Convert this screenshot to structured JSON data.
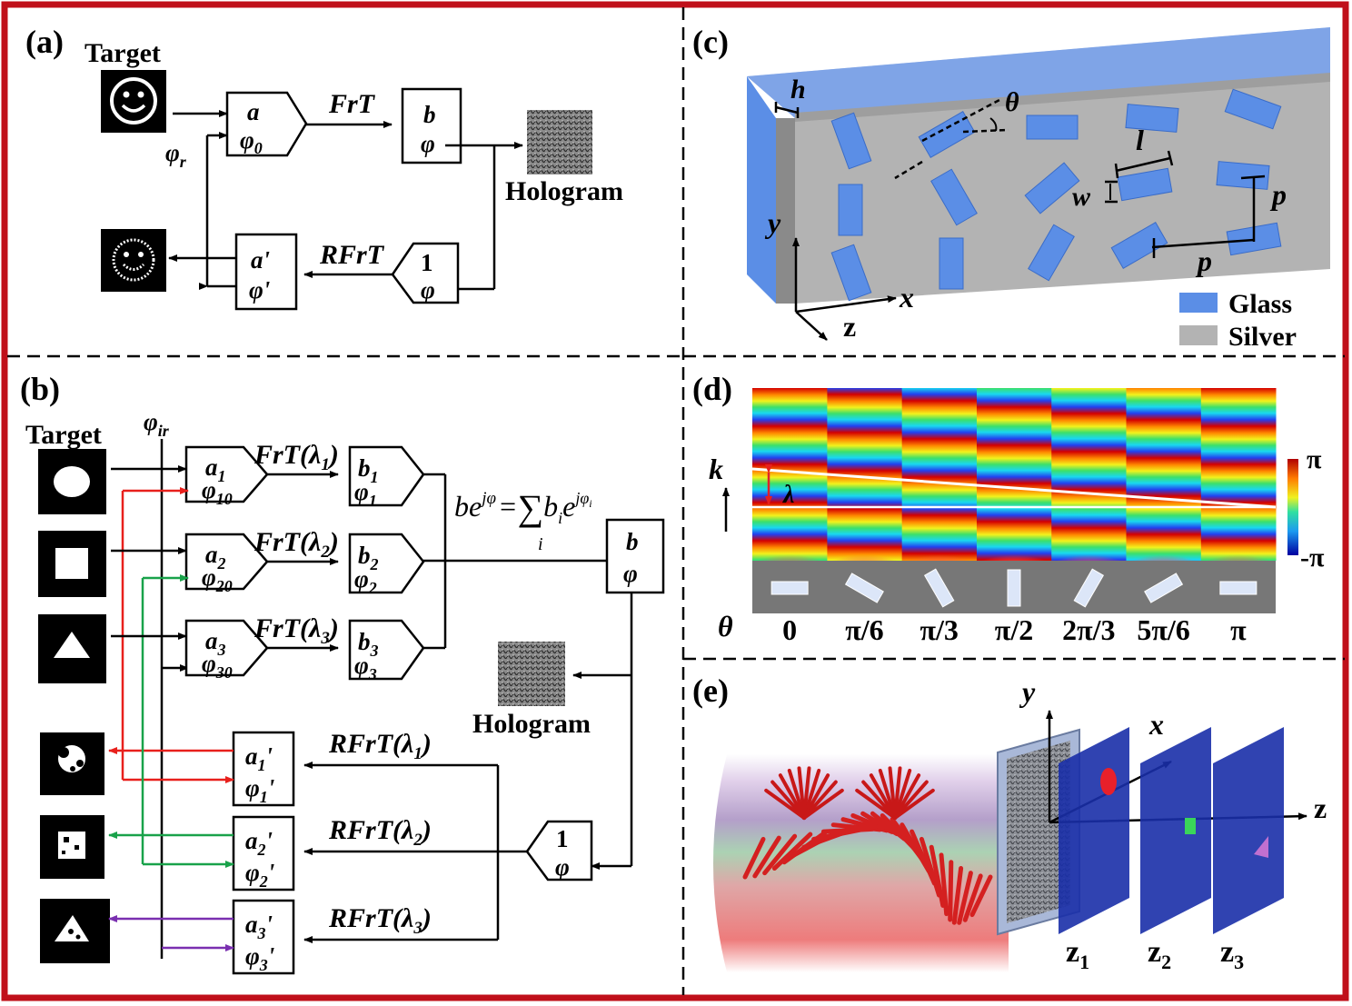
{
  "panels": {
    "a": {
      "label": "(a)",
      "target": "Target",
      "phi_r": "φ",
      "phi_r_sub": "r",
      "in_box": {
        "a": "a",
        "phi": "φ",
        "phi_sub": "0"
      },
      "frt": "FrT",
      "out_box": {
        "b": "b",
        "phi": "φ"
      },
      "hologram": "Hologram",
      "rfrt": "RFrT",
      "back_box": {
        "one": "1",
        "phi": "φ"
      },
      "rec_box": {
        "a": "a'",
        "phi": "φ'"
      }
    },
    "b": {
      "label": "(b)",
      "target": "Target",
      "phi_ir": "φ",
      "phi_ir_sub": "ir",
      "rows": [
        {
          "a": "a",
          "a_sub": "1",
          "phi": "φ",
          "phi_sub": "10",
          "frt": "FrT(λ",
          "frt_sub": "1",
          "b": "b",
          "b_sub": "1",
          "pb": "φ",
          "pb_sub": "1",
          "rfrt": "RFrT(λ",
          "rfrt_sub": "1",
          "ra": "a",
          "ra_sub": "1",
          "rp": "φ",
          "rp_sub": "1",
          "color": "#e8201c"
        },
        {
          "a": "a",
          "a_sub": "2",
          "phi": "φ",
          "phi_sub": "20",
          "frt": "FrT(λ",
          "frt_sub": "2",
          "b": "b",
          "b_sub": "2",
          "pb": "φ",
          "pb_sub": "2",
          "rfrt": "RFrT(λ",
          "rfrt_sub": "2",
          "ra": "a",
          "ra_sub": "2",
          "rp": "φ",
          "rp_sub": "2",
          "color": "#19a24a"
        },
        {
          "a": "a",
          "a_sub": "3",
          "phi": "φ",
          "phi_sub": "30",
          "frt": "FrT(λ",
          "frt_sub": "3",
          "b": "b",
          "b_sub": "3",
          "pb": "φ",
          "pb_sub": "3",
          "rfrt": "RFrT(λ",
          "rfrt_sub": "3",
          "ra": "a",
          "ra_sub": "3",
          "rp": "φ",
          "rp_sub": "3",
          "color": "#7a2fb0"
        }
      ],
      "sum_lhs": "be",
      "sum_lhs_exp": "jφ",
      "sum_eq": "=",
      "sum_sigma": "∑",
      "sum_index": "i",
      "sum_term": "b",
      "sum_term_sub": "i",
      "sum_term_e": "e",
      "sum_term_exp": "jφ",
      "sum_term_exp_sub": "i",
      "out_box": {
        "b": "b",
        "phi": "φ"
      },
      "hologram": "Hologram",
      "back_box": {
        "one": "1",
        "phi": "φ"
      },
      "close_paren": ")",
      "prime": "'"
    },
    "c": {
      "label": "(c)",
      "h": "h",
      "theta": "θ",
      "l": "l",
      "w": "w",
      "p1": "p",
      "p2": "p",
      "y": "y",
      "x": "x",
      "z": "z",
      "legend": [
        {
          "label": "Glass",
          "color": "#5b8ee6"
        },
        {
          "label": "Silver",
          "color": "#b3b3b3"
        }
      ]
    },
    "d": {
      "label": "(d)",
      "k": "k",
      "lambda": "λ",
      "theta": "θ",
      "angles": [
        "0",
        "π/6",
        "π/3",
        "π/2",
        "2π/3",
        "5π/6",
        "π"
      ],
      "colorbar_max": "π",
      "colorbar_min": "-π"
    },
    "e": {
      "label": "(e)",
      "y": "y",
      "x": "x",
      "z": "z",
      "planes": [
        {
          "z": "z",
          "sub": "1",
          "shape": "circle",
          "color": "#e8202a"
        },
        {
          "z": "z",
          "sub": "2",
          "shape": "square",
          "color": "#3ad65a"
        },
        {
          "z": "z",
          "sub": "3",
          "shape": "triangle",
          "color": "#c070d0"
        }
      ]
    }
  },
  "frame_color": "#c0101a"
}
